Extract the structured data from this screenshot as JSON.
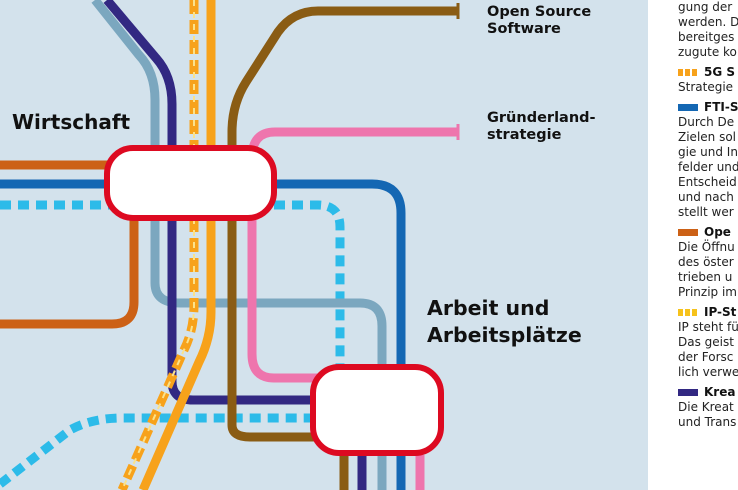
{
  "labels": {
    "wirtschaft": "Wirtschaft",
    "open_source": [
      "Open Source",
      "Software"
    ],
    "gruenderland": [
      "Gründerland-",
      "strategie"
    ],
    "arbeit": [
      "Arbeit und",
      "Arbeitsplätze"
    ]
  },
  "legend": {
    "intro": [
      "gung der",
      "werden. D",
      "bereitges",
      "zugute ko"
    ],
    "items": [
      {
        "title": "5G S",
        "style": "dashed",
        "color": "#f7a21b",
        "text": [
          "Strategie"
        ]
      },
      {
        "title": "FTI-S",
        "style": "solid",
        "color": "#1467b3",
        "text": [
          "Durch De",
          "Zielen sol",
          "gie und In",
          "felder und",
          "Entscheid",
          "und nach",
          "stellt wer"
        ]
      },
      {
        "title": "Ope",
        "style": "solid",
        "color": "#cc6116",
        "text": [
          "Die Öffnu",
          "des öster",
          "trieben u",
          "Prinzip im"
        ]
      },
      {
        "title": "IP-St",
        "style": "dashed",
        "color": "#f6c21b",
        "text": [
          "IP steht fü",
          "Das geist",
          "der Forsc",
          "lich verwe"
        ]
      },
      {
        "title": "Krea",
        "style": "solid",
        "color": "#322882",
        "text": [
          "Die Kreat",
          "und Trans"
        ]
      }
    ]
  },
  "colors": {
    "background": "#d3e2ec",
    "orange": "#f7a21b",
    "blue": "#1467b3",
    "rust": "#cc6116",
    "yellow": "#f6c21b",
    "indigo": "#322882",
    "sky": "#2cbbe9",
    "grayblue": "#7ba7bf",
    "brown": "#8a5c14",
    "pink": "#ee75ad",
    "station": "#dd0a21"
  }
}
